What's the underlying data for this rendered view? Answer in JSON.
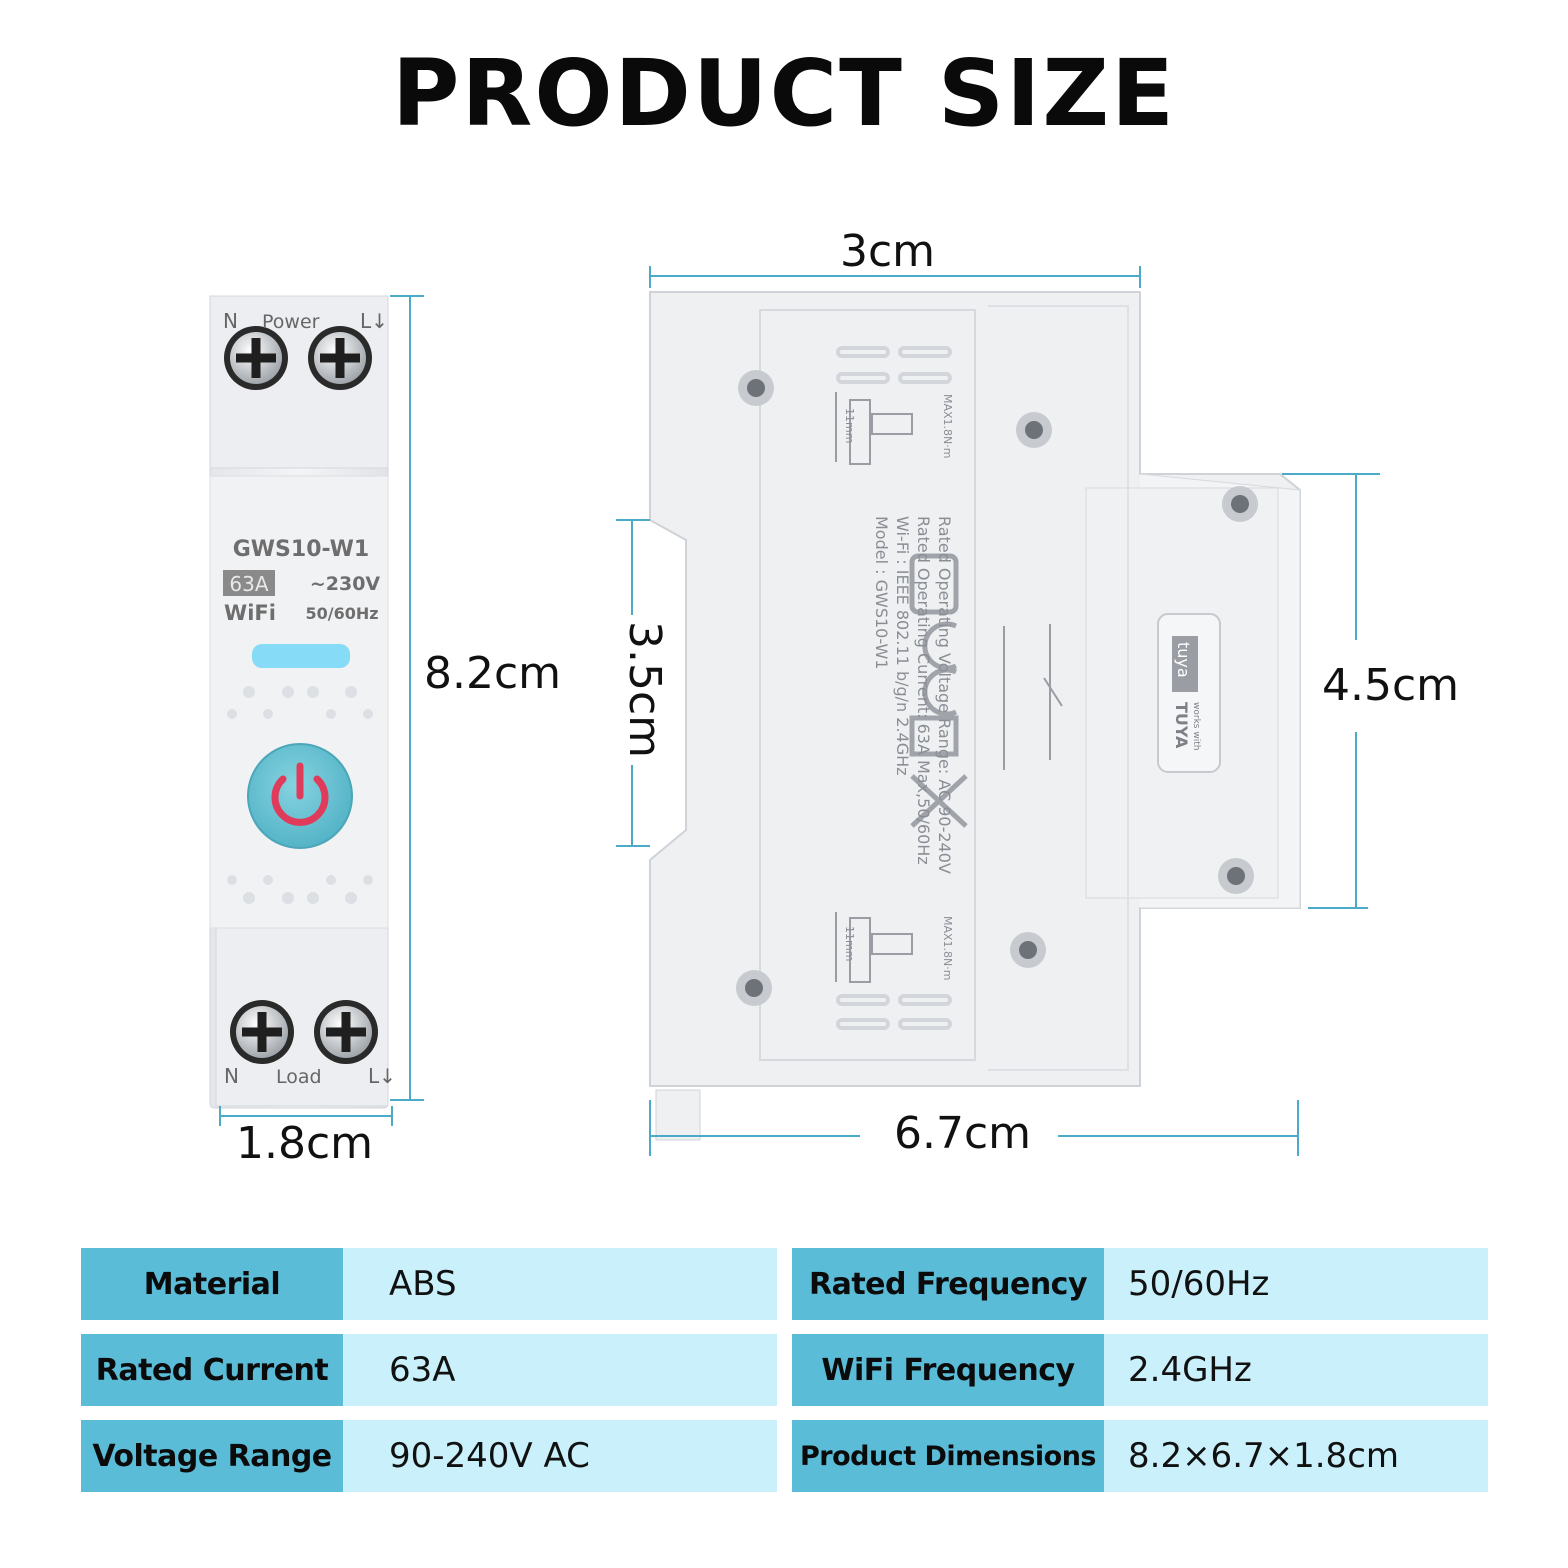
{
  "title": "PRODUCT SIZE",
  "dimensions": {
    "front_height": "8.2cm",
    "front_width": "1.8cm",
    "side_top_width": "3cm",
    "side_left_height": "3.5cm",
    "side_right_height": "4.5cm",
    "side_bottom_width": "6.7cm"
  },
  "device_front": {
    "top_label_n": "N",
    "top_label_power": "Power",
    "top_label_l": "L↓",
    "model": "GWS10-W1",
    "current": "63A",
    "voltage": "~230V",
    "wifi": "WiFi",
    "frequency": "50/60Hz",
    "bottom_label_n": "N",
    "bottom_label_load": "Load",
    "bottom_label_l": "L↓"
  },
  "device_side": {
    "label_lines": [
      "Model : GWS10-W1",
      "Wi-Fi : IEEE 802.11 b/g/n 2.4GHz",
      "Rated Operating Current: 63A Max,50/60Hz",
      "Rated Operating Voltage Range: AC 90-240V"
    ],
    "badge_brand": "tuya",
    "badge_small": "works with",
    "badge_name": "TUYA",
    "terminal_text": "MAX1.8N·m",
    "wire_len": "11mm"
  },
  "specs_left": [
    {
      "key": "Material",
      "value": "ABS"
    },
    {
      "key": "Rated Current",
      "value": "63A"
    },
    {
      "key": "Voltage Range",
      "value": "90-240V AC"
    }
  ],
  "specs_right": [
    {
      "key": "Rated Frequency",
      "value": "50/60Hz"
    },
    {
      "key": "WiFi Frequency",
      "value": "2.4GHz"
    },
    {
      "key": "Product Dimensions",
      "value": "8.2×6.7×1.8cm"
    }
  ],
  "colors": {
    "key_bg": "#5bbcd8",
    "value_bg": "#c9f0fb",
    "dim_line": "#4aaac8",
    "power_button": "#6cc6d6",
    "power_symbol": "#e03b5a",
    "led": "#7fd9f5"
  }
}
